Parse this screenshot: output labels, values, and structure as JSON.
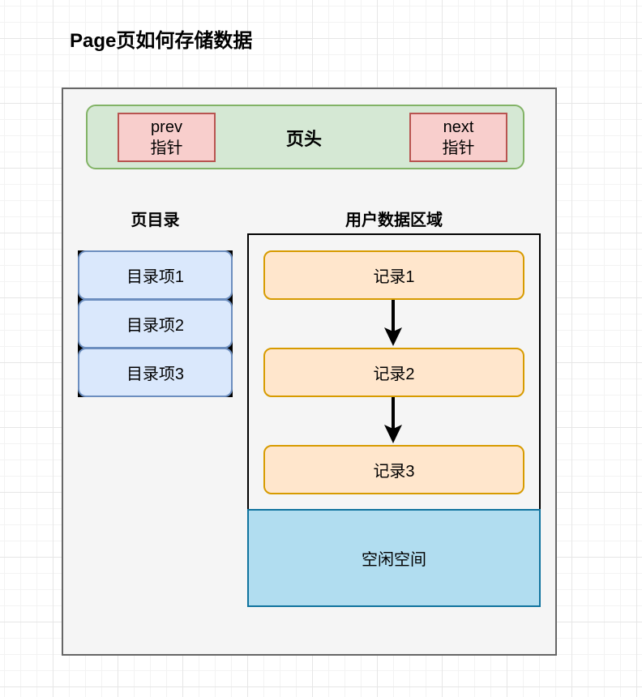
{
  "title": "Page页如何存储数据",
  "page_header": {
    "label": "页头",
    "prev_pointer": {
      "line1": "prev",
      "line2": "指针"
    },
    "next_pointer": {
      "line1": "next",
      "line2": "指针"
    }
  },
  "page_directory": {
    "label": "页目录",
    "items": [
      {
        "label": "目录项1"
      },
      {
        "label": "目录项2"
      },
      {
        "label": "目录项3"
      }
    ]
  },
  "user_data_area": {
    "label": "用户数据区域",
    "records": [
      {
        "label": "记录1"
      },
      {
        "label": "记录2"
      },
      {
        "label": "记录3"
      }
    ]
  },
  "free_space": {
    "label": "空闲空间"
  },
  "colors": {
    "page_fill": "#f5f5f5",
    "page_border": "#666666",
    "header_fill": "#d5e8d4",
    "header_border": "#82b366",
    "pointer_fill": "#f8cecc",
    "pointer_border": "#b85450",
    "directory_fill": "#dae8fc",
    "directory_border": "#6c8ebf",
    "record_fill": "#ffe6cc",
    "record_border": "#d79b00",
    "free_fill": "#b1ddf0",
    "free_border": "#10739e"
  }
}
